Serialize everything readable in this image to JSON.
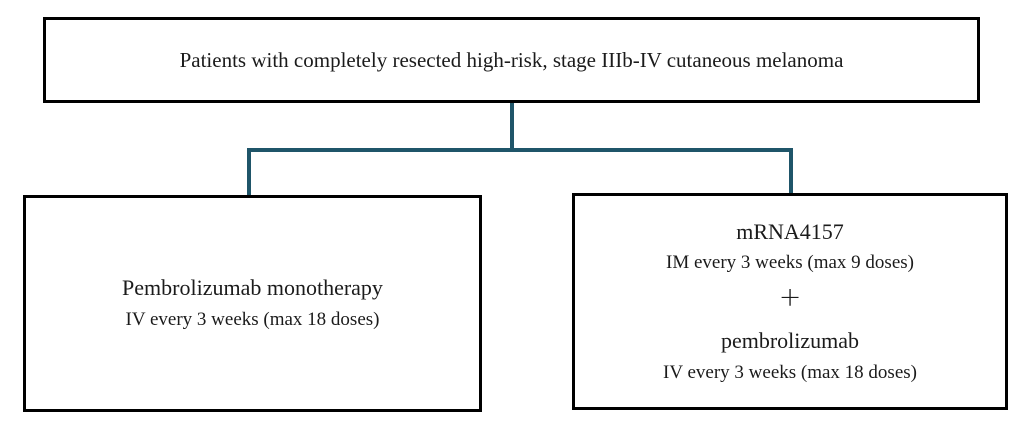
{
  "diagram": {
    "root_box": {
      "text": "Patients with completely resected high-risk, stage IIIb-IV cutaneous melanoma"
    },
    "left_arm": {
      "title": "Pembrolizumab monotherapy",
      "schedule": "IV every 3 weeks (max 18 doses)"
    },
    "right_arm": {
      "drug1": "mRNA4157",
      "drug1_schedule": "IM every 3 weeks (max 9 doses)",
      "plus": "+",
      "drug2": "pembrolizumab",
      "drug2_schedule": "IV every 3 weeks (max 18 doses)"
    },
    "colors": {
      "connector": "#1F5569",
      "box_border": "#000000",
      "background": "#FFFFFF",
      "text": "#1B1B1B"
    }
  }
}
